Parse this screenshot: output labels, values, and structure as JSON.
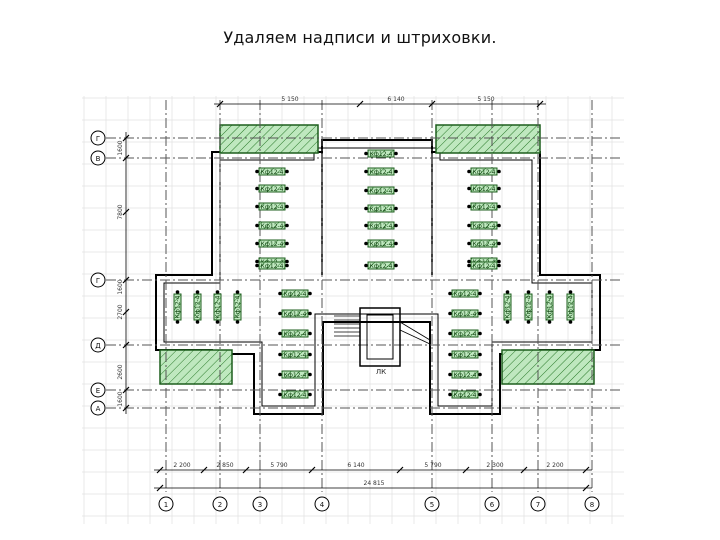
{
  "slide": {
    "title": "Удаляем надписи и штриховки."
  },
  "plan": {
    "top_dims": [
      "5 150",
      "6 140",
      "5 150"
    ],
    "bottom_dims": [
      "2 200",
      "2 850",
      "5 790",
      "6 140",
      "5 790",
      "2 300",
      "2 200"
    ],
    "overall_dim": "24 815",
    "axis_columns": [
      "1",
      "2",
      "3",
      "4",
      "5",
      "6",
      "7",
      "8"
    ],
    "axis_rows": [
      "Г",
      "В",
      "Г",
      "Д",
      "Е",
      "А"
    ],
    "left_dims": [
      "1600",
      "7800",
      "1600",
      "2700",
      "2600",
      "1600"
    ],
    "stair_tag": "ЛК",
    "hatch_color": "#bfe8bf",
    "line_color": "#000000",
    "grid_color": "#e3e3e3",
    "axis_color": "#555555",
    "groups": [
      {
        "labels": [
          "Кф12-4",
          "Кф12-4",
          "Кф12-4",
          "Кф12-4",
          "Кф12-4",
          "Кф12-4",
          "Кф12-4"
        ]
      },
      {
        "labels": [
          "Кф12-4",
          "Кф12-4",
          "Кф12-4",
          "Кф12-4",
          "Кф12-4",
          "Кф12-4",
          "Кф12-4"
        ]
      },
      {
        "labels": [
          "Кф12-4",
          "Кф12-4",
          "Кф12-4",
          "Кф12-4",
          "Кф12-4",
          "Кф12-4",
          "Кф12-4"
        ]
      },
      {
        "labels": [
          "Кф12-4",
          "Кф12-4",
          "Кф12-4",
          "Кф12-4",
          "Кф12-4",
          "Кф12-4"
        ]
      },
      {
        "labels": [
          "Кф12-4",
          "Кф12-4",
          "Кф12-4",
          "Кф12-4",
          "Кф12-4",
          "Кф12-4"
        ]
      },
      {
        "labels": [
          "Кф12-4",
          "Кф12-4",
          "Кф12-4",
          "Кф12-4"
        ]
      },
      {
        "labels": [
          "Кф12-4",
          "Кф12-4",
          "Кф12-4",
          "Кф12-4"
        ]
      }
    ]
  }
}
